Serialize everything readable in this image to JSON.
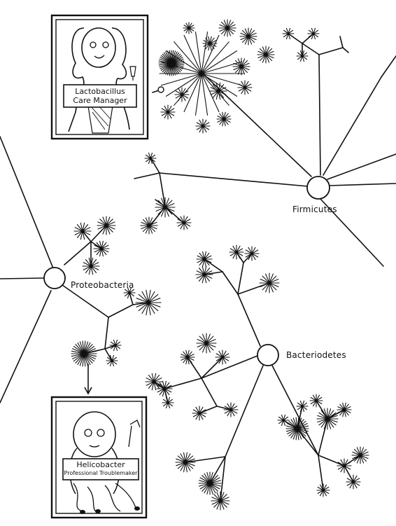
{
  "phyla": {
    "firmicutes": "Firmicutes",
    "proteobacteria": "Proteobacteria",
    "bacteriodetes": "Bacteriodetes"
  },
  "characters": {
    "lactobacillus": {
      "line1": "Lactobacillus",
      "line2": "Care Manager"
    },
    "helicobacter": {
      "line1": "Helicobacter",
      "line2": "Professional Troublemaker"
    }
  },
  "colors": {
    "ink": "#111111",
    "background": "#ffffff"
  }
}
